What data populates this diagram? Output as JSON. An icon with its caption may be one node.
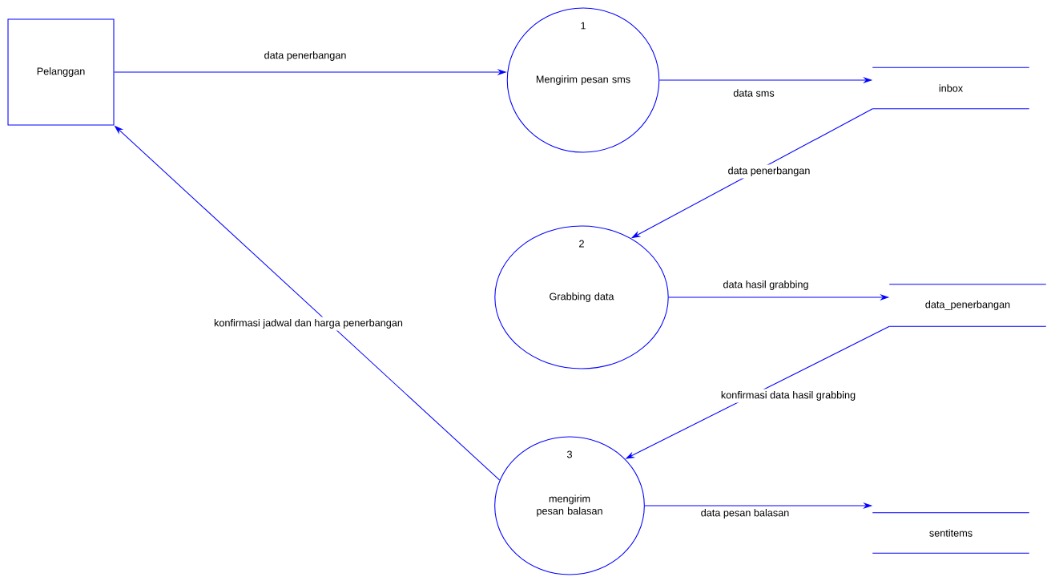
{
  "diagram": {
    "nodes": [
      {
        "text": [
          "Pelanggan"
        ]
      },
      {
        "text": [
          "1",
          "Mengirim pesan sms"
        ]
      },
      {
        "text": [
          "inbox"
        ]
      },
      {
        "text": [
          "2",
          "Grabbing data"
        ]
      },
      {
        "text": [
          "data_penerbangan"
        ]
      },
      {
        "text": [
          "3",
          "mengirim pesan balasan"
        ]
      },
      {
        "text": [
          "sentitems"
        ]
      }
    ],
    "edges": [
      {
        "from": 0,
        "to": 1,
        "arrow": "to",
        "label": "data penerbangan"
      },
      {
        "from": 1,
        "to": 2,
        "arrow": "to",
        "label": "data sms"
      },
      {
        "from": 2,
        "to": 3,
        "arrow": "to",
        "label": "data penerbangan"
      },
      {
        "from": 3,
        "to": 4,
        "arrow": "to",
        "label": "data hasil grabbing"
      },
      {
        "from": 4,
        "to": 5,
        "arrow": "to",
        "label": "konfirmasi data hasil grabbing"
      },
      {
        "from": 5,
        "to": 0,
        "arrow": "to",
        "label": "konfirmasi jadwal dan harga penerbangan"
      },
      {
        "from": 5,
        "to": 6,
        "arrow": "to",
        "label": "data pesan balasan"
      }
    ]
  }
}
